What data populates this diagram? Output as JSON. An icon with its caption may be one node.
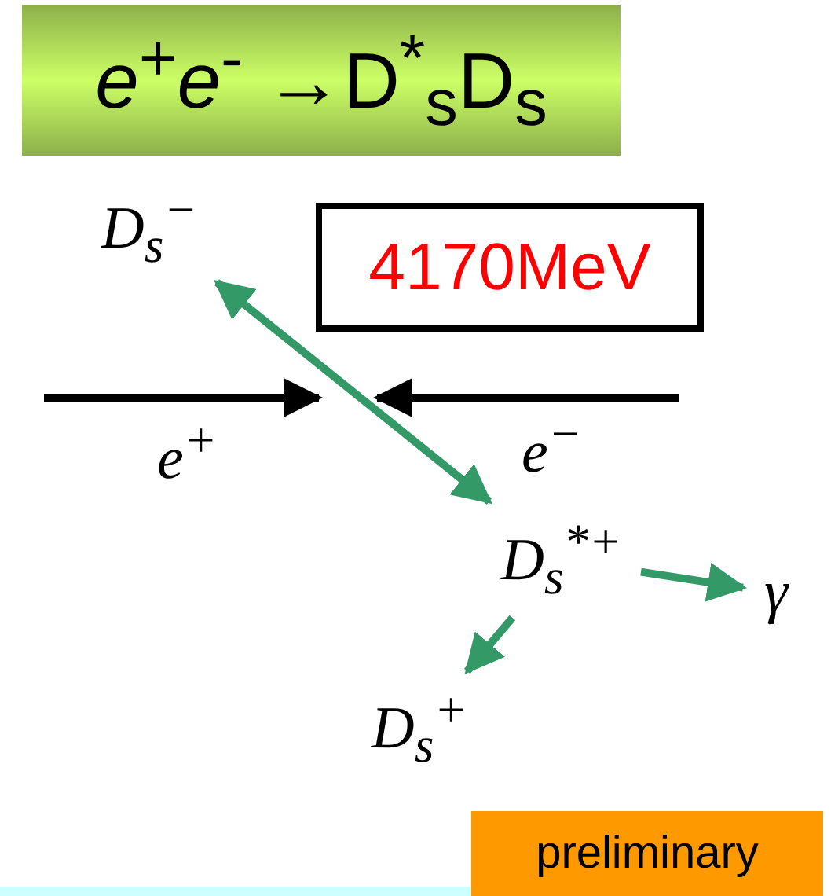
{
  "diagram": {
    "title": "*e*$^{+}$*e*$^{-}$ →D$^{*}$$_{s}$D$_{s}$",
    "nodes": [
      {
        "text": [
          "4170MeV"
        ]
      },
      {
        "text": [
          "D$_{s}$$^{−}$"
        ]
      },
      {
        "text": [
          "D$_{s}$$^{*+}$"
        ]
      },
      {
        "text": [
          "γ"
        ]
      },
      {
        "text": [
          "D$_{s}$$^{+}$"
        ]
      }
    ],
    "edges": [
      {
        "from": 1,
        "to": 2,
        "arrow": "both"
      },
      {
        "from": 2,
        "to": 3,
        "arrow": "to"
      },
      {
        "from": 2,
        "to": 4,
        "arrow": "to"
      }
    ],
    "labels": [
      "e$^{+}$",
      "e$^{−}$",
      "preliminary"
    ]
  }
}
